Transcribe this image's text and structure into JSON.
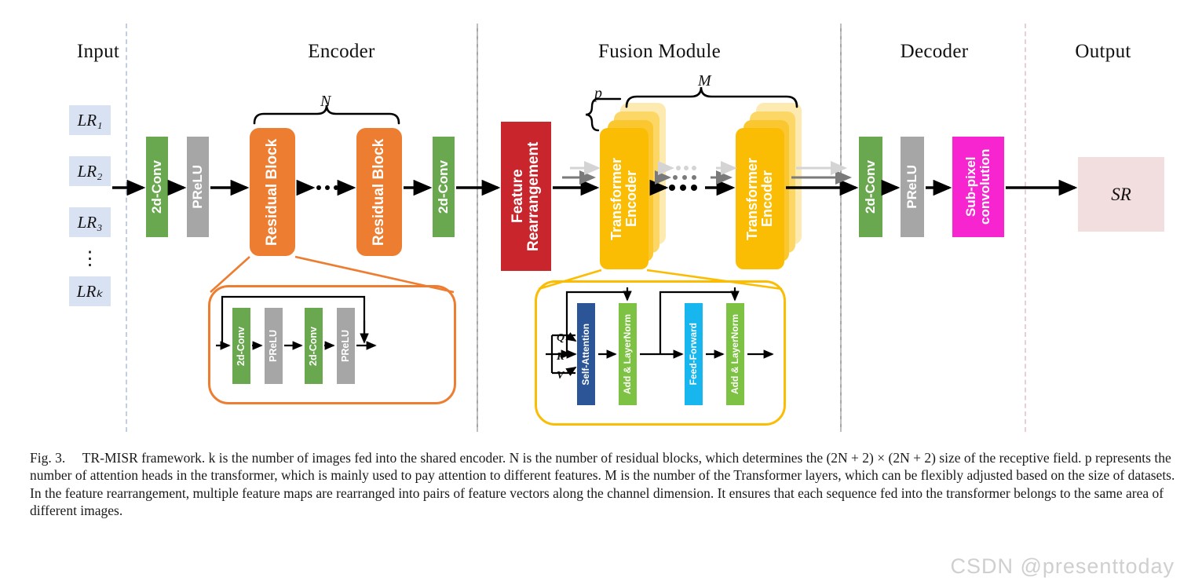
{
  "figure": {
    "sections": [
      {
        "id": "input",
        "title": "Input"
      },
      {
        "id": "encoder",
        "title": "Encoder"
      },
      {
        "id": "fusion",
        "title": "Fusion Module"
      },
      {
        "id": "decoder",
        "title": "Decoder"
      },
      {
        "id": "output",
        "title": "Output"
      }
    ],
    "inputs": {
      "items": [
        "LR",
        "LR",
        "LR",
        "LR"
      ],
      "labels": [
        "LR₁",
        "LR₂",
        "LR₃",
        "LRₖ"
      ],
      "ellipsis": "⋮"
    },
    "encoder": {
      "conv_in": "2d-Conv",
      "prelu_in": "PReLU",
      "residual_block_1": "Residual Block",
      "residual_block_n": "Residual Block",
      "between_dots": "⋯",
      "conv_out": "2d-Conv",
      "brace_label": "N"
    },
    "residual_detail": {
      "conv1": "2d-Conv",
      "prelu1": "PReLU",
      "conv2": "2d-Conv",
      "prelu2": "PReLU"
    },
    "fusion": {
      "feature_rearrangement": "Feature Rearrangement",
      "transformer_encoder_1": "Transformer Encoder",
      "transformer_encoder_m": "Transformer Encoder",
      "heads_brace_label": "p",
      "layers_brace_label": "M"
    },
    "transformer_detail": {
      "q": "Q",
      "k": "K",
      "v": "V",
      "self_attention": "Self-Attention",
      "add_norm_1": "Add & LayerNorm",
      "feed_forward": "Feed-Forward",
      "add_norm_2": "Add & LayerNorm"
    },
    "decoder": {
      "conv": "2d-Conv",
      "prelu": "PReLU",
      "subpixel": "Sub-pixel convolution"
    },
    "output": {
      "sr": "SR"
    },
    "colors": {
      "conv_green": "#6aa84f",
      "prelu_gray": "#a6a6a6",
      "residual_orange": "#ed7d31",
      "rearrangement_red": "#c9252d",
      "transformer_yellow": "#fbbc04",
      "subpixel_magenta": "#f725d0",
      "self_attention_navy": "#2b5597",
      "add_norm_green": "#7dc242",
      "feed_forward_cyan": "#17b6ee",
      "lr_chip_blue": "#d9e2f3",
      "sr_chip_pink": "#f2dedf"
    }
  },
  "caption": {
    "figure_number": "Fig. 3.",
    "text": "TR-MISR framework. k is the number of images fed into the shared encoder. N is the number of residual blocks, which determines the (2N + 2) × (2N + 2) size of the receptive field. p represents the number of attention heads in the transformer, which is mainly used to pay attention to different features. M is the number of the Transformer layers, which can be flexibly adjusted based on the size of datasets. In the feature rearrangement, multiple feature maps are rearranged into pairs of feature vectors along the channel dimension. It ensures that each sequence fed into the transformer belongs to the same area of different images."
  },
  "watermark": {
    "text": "CSDN @presenttoday"
  }
}
